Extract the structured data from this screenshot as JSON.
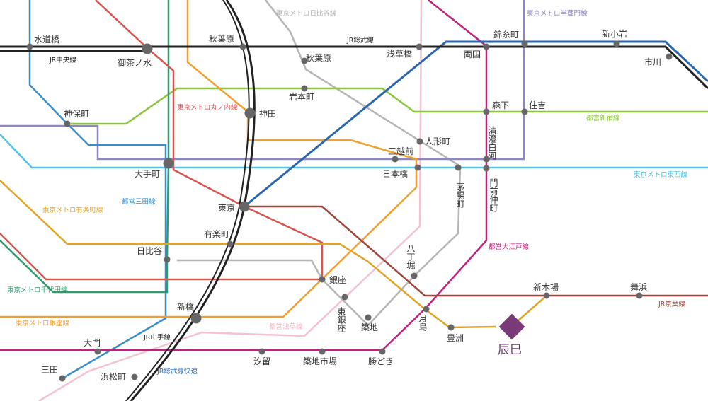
{
  "map": {
    "destination": {
      "name": "辰巳",
      "color": "#7a3a77"
    },
    "lines": [
      {
        "key": "jr_chuo",
        "name": "JR中央線",
        "color": "#222222"
      },
      {
        "key": "jr_sobu",
        "name": "JR総武線",
        "color": "#222222"
      },
      {
        "key": "jr_yamanote",
        "name": "JR山手線",
        "color": "#222222"
      },
      {
        "key": "jr_sobu_rapid",
        "name": "JR総武線快速",
        "color": "#2a66b0"
      },
      {
        "key": "jr_keiyo",
        "name": "JR京葉線",
        "color": "#a0463c"
      },
      {
        "key": "marunouchi",
        "name": "東京メトロ丸ノ内線",
        "color": "#d9534f"
      },
      {
        "key": "hibiya",
        "name": "東京メトロ日比谷線",
        "color": "#b5b5b5"
      },
      {
        "key": "hanzomon",
        "name": "東京メトロ半蔵門線",
        "color": "#8f86c4"
      },
      {
        "key": "tozai",
        "name": "東京メトロ東西線",
        "color": "#3cb8e0"
      },
      {
        "key": "yurakucho",
        "name": "東京メトロ有楽町線",
        "color": "#e0a526"
      },
      {
        "key": "chiyoda",
        "name": "東京メトロ千代田線",
        "color": "#2e9c6a"
      },
      {
        "key": "ginza",
        "name": "東京メトロ銀座線",
        "color": "#f0a030"
      },
      {
        "key": "mita",
        "name": "都営三田線",
        "color": "#3a8fc8"
      },
      {
        "key": "shinjuku",
        "name": "都営新宿線",
        "color": "#8cc63e"
      },
      {
        "key": "oedo",
        "name": "都営大江戸線",
        "color": "#c0217e"
      },
      {
        "key": "asakusa",
        "name": "都営浅草線",
        "color": "#f3b8c6"
      }
    ],
    "line_labels": [
      {
        "key": "jr_chuo",
        "text": "JR中央線"
      },
      {
        "key": "jr_sobu",
        "text": "JR総武線"
      },
      {
        "key": "jr_yamanote",
        "text": "JR山手線"
      },
      {
        "key": "jr_sobu_rapid",
        "text": "JR総武線快速"
      },
      {
        "key": "jr_keiyo",
        "text": "JR京葉線"
      },
      {
        "key": "marunouchi",
        "text": "東京メトロ丸ノ内線"
      },
      {
        "key": "hibiya",
        "text": "東京メトロ日比谷線"
      },
      {
        "key": "hanzomon",
        "text": "東京メトロ半蔵門線"
      },
      {
        "key": "tozai",
        "text": "東京メトロ東西線"
      },
      {
        "key": "yurakucho",
        "text": "東京メトロ有楽町線"
      },
      {
        "key": "chiyoda",
        "text": "東京メトロ千代田線"
      },
      {
        "key": "ginza",
        "text": "東京メトロ銀座線"
      },
      {
        "key": "mita",
        "text": "都営三田線"
      },
      {
        "key": "shinjuku",
        "text": "都営新宿線"
      },
      {
        "key": "oedo",
        "text": "都営大江戸線"
      },
      {
        "key": "asakusa",
        "text": "都営浅草線"
      }
    ],
    "stations": [
      {
        "key": "suidobashi",
        "name": "水道橋"
      },
      {
        "key": "ochanomizu",
        "name": "御茶ノ水",
        "major": true
      },
      {
        "key": "akihabara_jr",
        "name": "秋葉原"
      },
      {
        "key": "akihabara_hibiya",
        "name": "秋葉原"
      },
      {
        "key": "asakusabashi",
        "name": "浅草橋"
      },
      {
        "key": "ryogoku",
        "name": "両国"
      },
      {
        "key": "kinshicho",
        "name": "錦糸町"
      },
      {
        "key": "shinkoiwa",
        "name": "新小岩"
      },
      {
        "key": "ichikawa",
        "name": "市川"
      },
      {
        "key": "iwamotocho",
        "name": "岩本町"
      },
      {
        "key": "kanda",
        "name": "神田",
        "major": true
      },
      {
        "key": "jimbocho",
        "name": "神保町"
      },
      {
        "key": "morishita",
        "name": "森下"
      },
      {
        "key": "sumiyoshi",
        "name": "住吉"
      },
      {
        "key": "kiyosumi",
        "name": "清澄白河"
      },
      {
        "key": "ningyocho",
        "name": "人形町"
      },
      {
        "key": "mitsukoshimae",
        "name": "三越前"
      },
      {
        "key": "nihombashi",
        "name": "日本橋"
      },
      {
        "key": "kayabacho",
        "name": "茅場町"
      },
      {
        "key": "monzen",
        "name": "門前仲町"
      },
      {
        "key": "otemachi",
        "name": "大手町",
        "major": true
      },
      {
        "key": "tokyo",
        "name": "東京",
        "major": true
      },
      {
        "key": "yurakucho_st",
        "name": "有楽町"
      },
      {
        "key": "hibiya_st",
        "name": "日比谷"
      },
      {
        "key": "ginza_st",
        "name": "銀座"
      },
      {
        "key": "higashiginza",
        "name": "東銀座"
      },
      {
        "key": "tsukiji",
        "name": "築地"
      },
      {
        "key": "hatchobori",
        "name": "八丁堀"
      },
      {
        "key": "tsukishima",
        "name": "月島"
      },
      {
        "key": "toyosu",
        "name": "豊洲"
      },
      {
        "key": "shinkiba",
        "name": "新木場"
      },
      {
        "key": "maihama",
        "name": "舞浜"
      },
      {
        "key": "shimbashi",
        "name": "新橋",
        "major": true
      },
      {
        "key": "daimon",
        "name": "大門"
      },
      {
        "key": "hamamatsucho",
        "name": "浜松町"
      },
      {
        "key": "mita_st",
        "name": "三田"
      },
      {
        "key": "shiodome",
        "name": "汐留"
      },
      {
        "key": "tsukijishijo",
        "name": "築地市場"
      },
      {
        "key": "kachidoki",
        "name": "勝どき"
      }
    ]
  }
}
